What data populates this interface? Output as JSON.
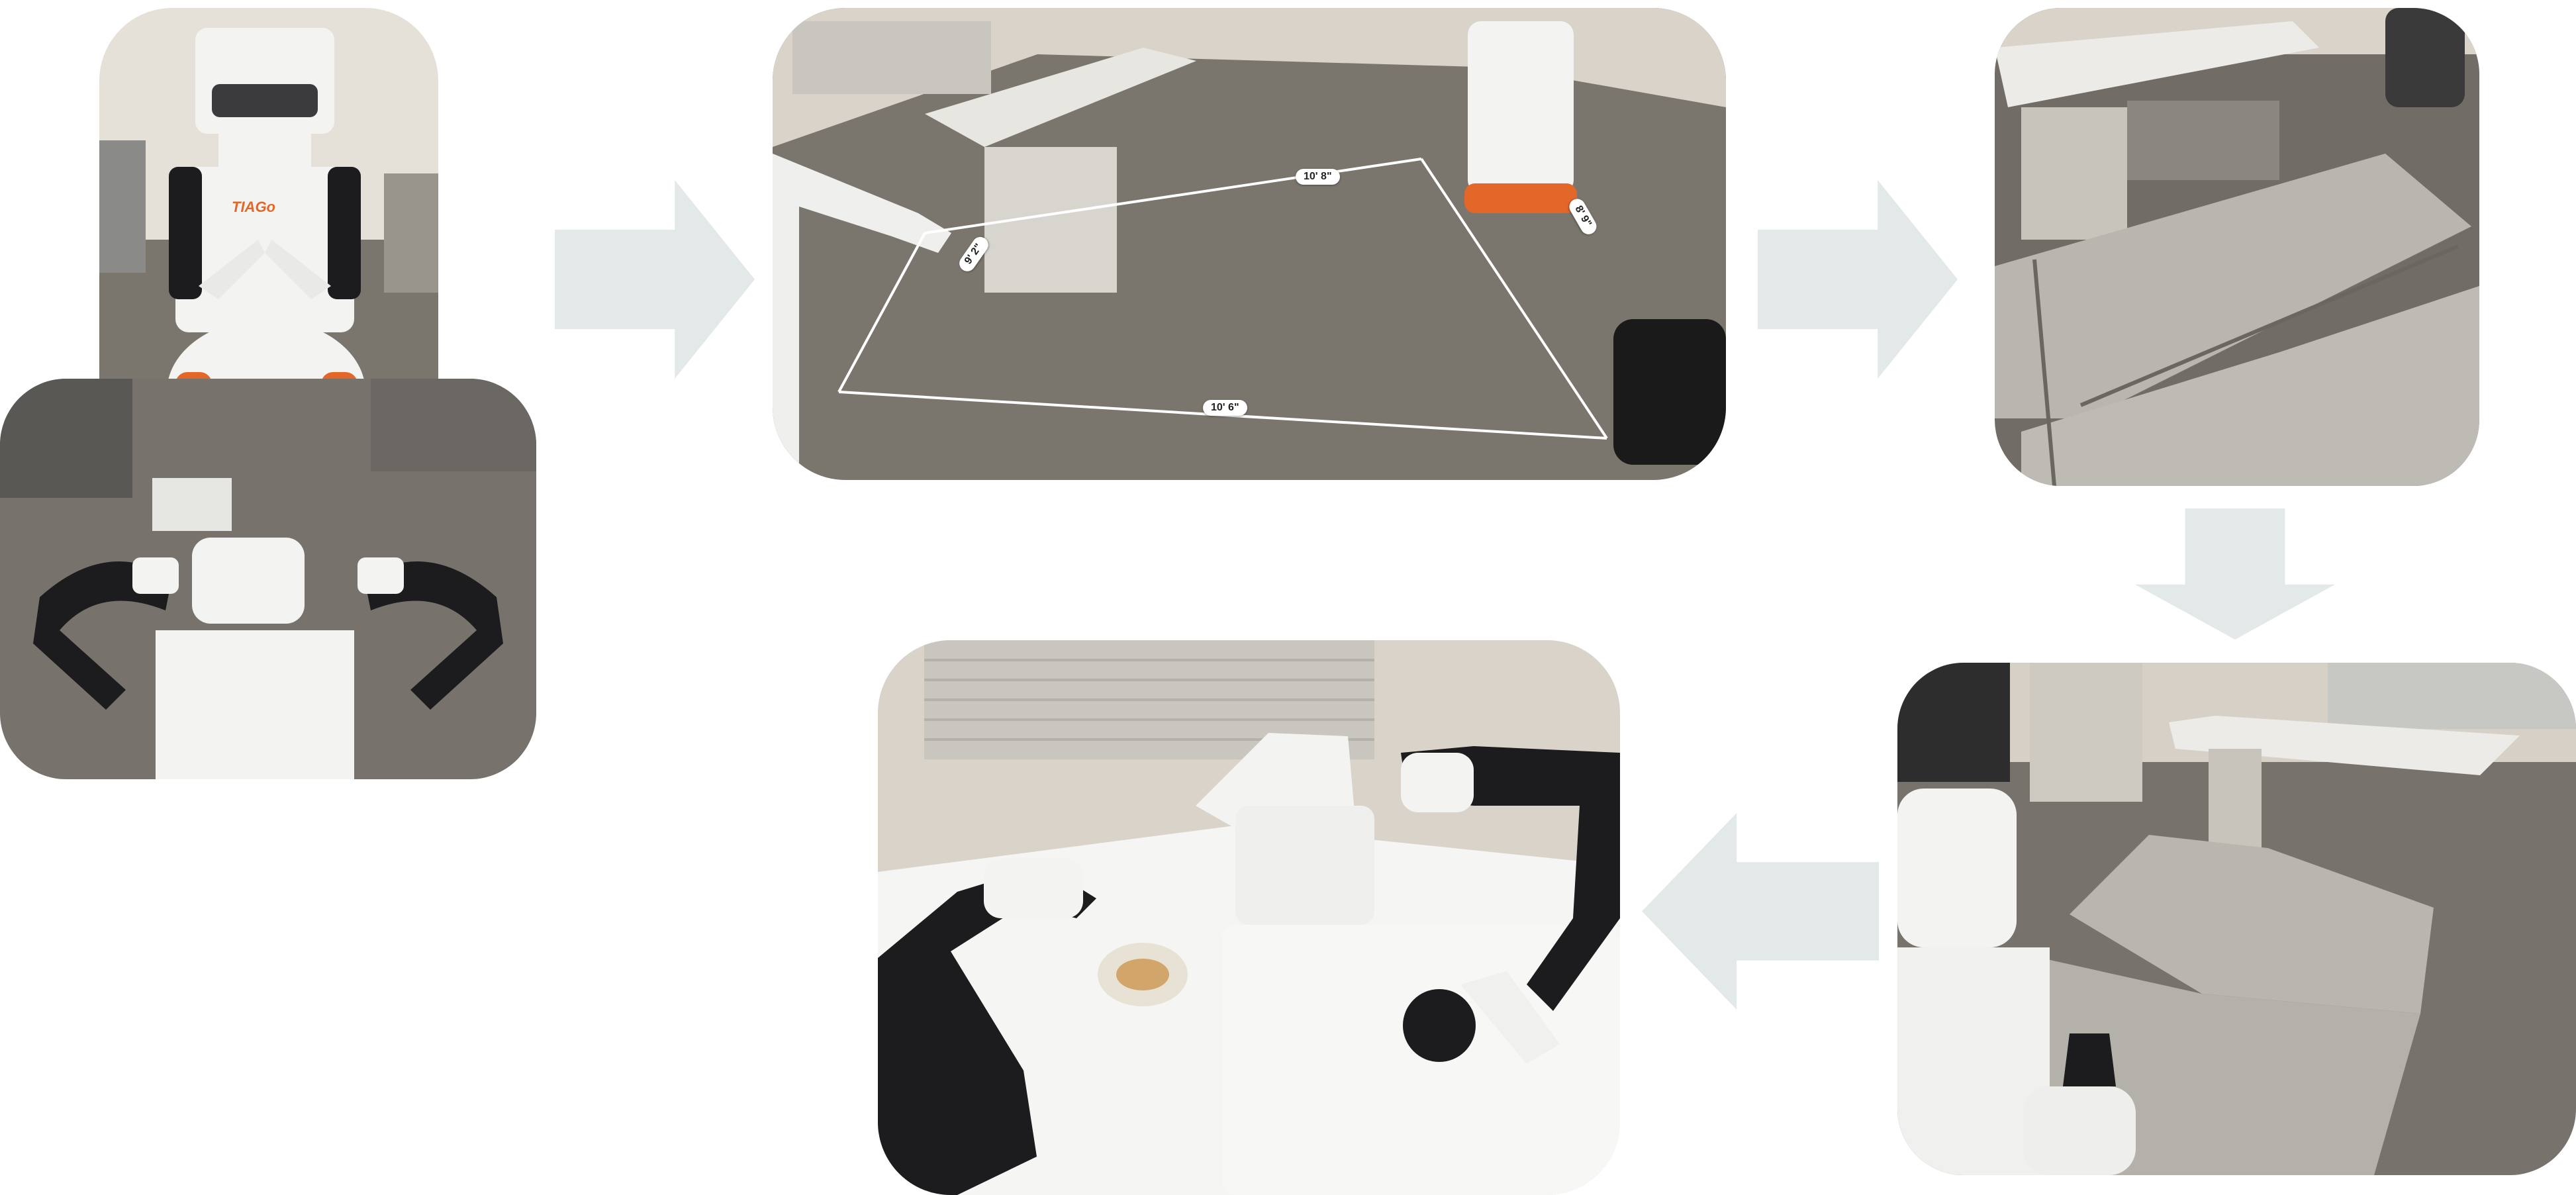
{
  "panels": [
    {
      "id": "tiago-robot",
      "label": "TIAGo robot, front view"
    },
    {
      "id": "bimanual-robot-top",
      "label": "Bimanual robot, top view"
    },
    {
      "id": "room-measurement",
      "label": "Room with measured workspace"
    },
    {
      "id": "room-floor-mats",
      "label": "Room with floor mats"
    },
    {
      "id": "robot-in-room",
      "label": "Robot in prepared room"
    },
    {
      "id": "vr-teleop",
      "label": "Robot at table with VR controller"
    }
  ],
  "measurements": {
    "top_edge": "10' 8\"",
    "left_edge": "9' 2\"",
    "right_edge": "8' 9\"",
    "bottom_edge": "10' 6\""
  },
  "robot_brand": "TIAGo",
  "colors": {
    "arrow": "#e3e8e8",
    "carpet": "#77736c",
    "wall": "#d9d3c9",
    "robot_white": "#f3f3f1",
    "robot_black": "#1c1c1e",
    "accent_orange": "#e4672a",
    "floor_mat": "#b8b6ae",
    "desk": "#e8e6e1"
  }
}
